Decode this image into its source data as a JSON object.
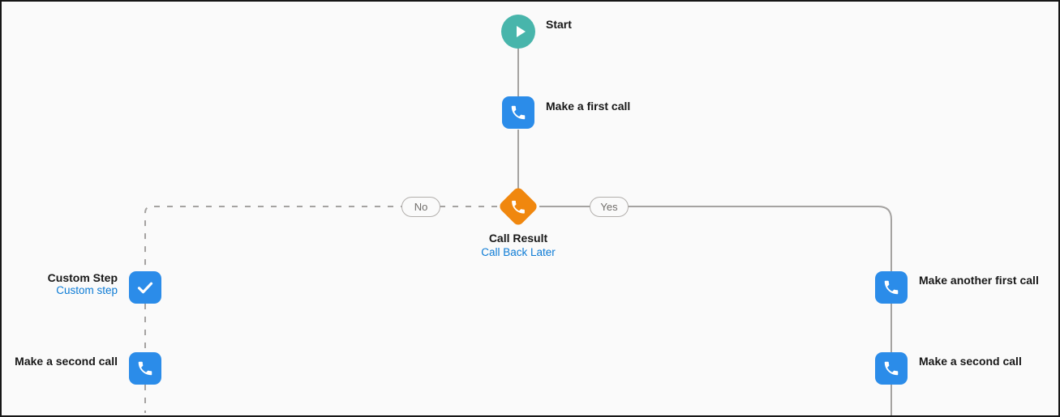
{
  "colors": {
    "canvas_bg": "#fafafa",
    "frame_border": "#161616",
    "node_blue": "#2b8ce9",
    "start_teal": "#48b5ab",
    "decision_orange": "#f0870e",
    "link_blue": "#0c7bd5",
    "label_dark": "#181818",
    "connector_gray": "#a5a3a1",
    "pill_text": "#716e6b",
    "pill_border": "#b2afac"
  },
  "icons": {
    "start": "play-icon",
    "call_steps": "phone-icon",
    "custom_step": "check-icon"
  },
  "flow": {
    "start": {
      "label": "Start"
    },
    "first_call": {
      "label": "Make a first call"
    },
    "decision": {
      "title": "Call Result",
      "link": "Call Back Later"
    },
    "branch_no": {
      "label": "No"
    },
    "branch_yes": {
      "label": "Yes"
    },
    "custom_step": {
      "title": "Custom Step",
      "link": "Custom step"
    },
    "second_call_left": {
      "label": "Make a second call"
    },
    "another_first_call": {
      "label": "Make another first call"
    },
    "second_call_right": {
      "label": "Make a second call"
    }
  }
}
